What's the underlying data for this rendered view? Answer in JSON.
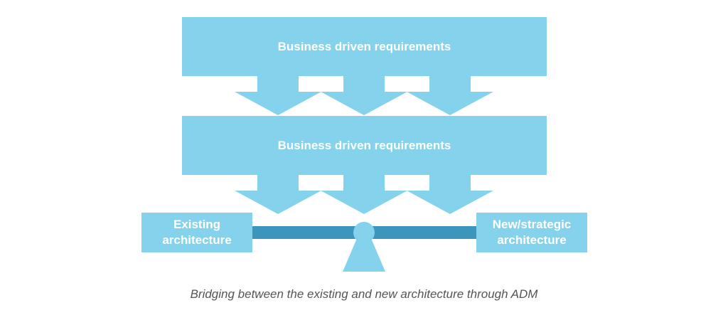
{
  "diagram": {
    "top_box_label": "Business driven requirements",
    "middle_box_label": "Business driven requirements",
    "left_box_label": "Existing architecture",
    "right_box_label": "New/strategic architecture"
  },
  "caption": "Bridging between the existing and new architecture through ADM",
  "colors": {
    "box_fill": "#84d2eb",
    "bridge_bar": "#3b95bd",
    "text_on_box": "#ffffff",
    "caption_text": "#555555"
  }
}
